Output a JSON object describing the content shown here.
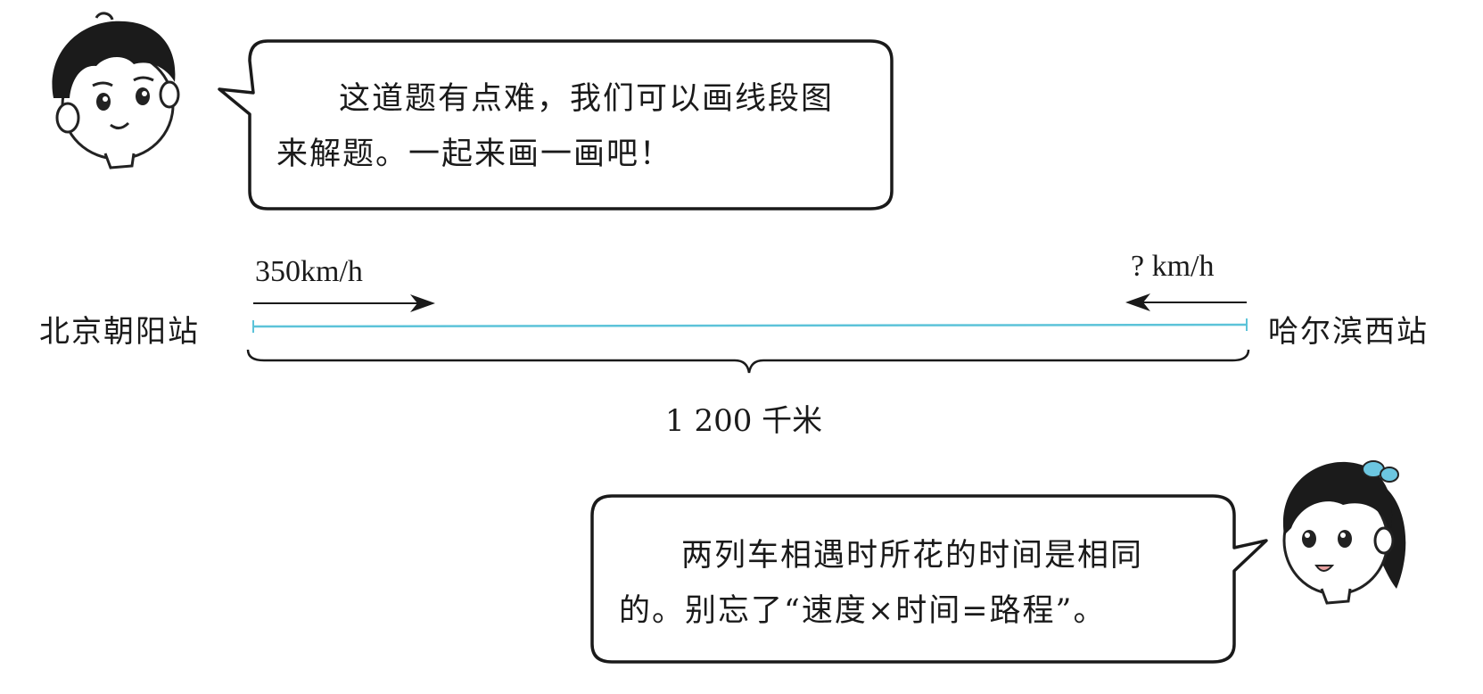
{
  "boy_bubble": {
    "line1": "这道题有点难，我们可以画线段图",
    "line2": "来解题。一起来画一画吧！"
  },
  "girl_bubble": {
    "line1": "两列车相遇时所花的时间是相同",
    "line2": "的。别忘了“速度×时间=路程”。"
  },
  "diagram": {
    "left_station": "北京朝阳站",
    "right_station": "哈尔滨西站",
    "left_speed": "350km/h",
    "right_speed": "? km/h",
    "distance": "1 200 千米",
    "line_color": "#5cc3d9"
  }
}
